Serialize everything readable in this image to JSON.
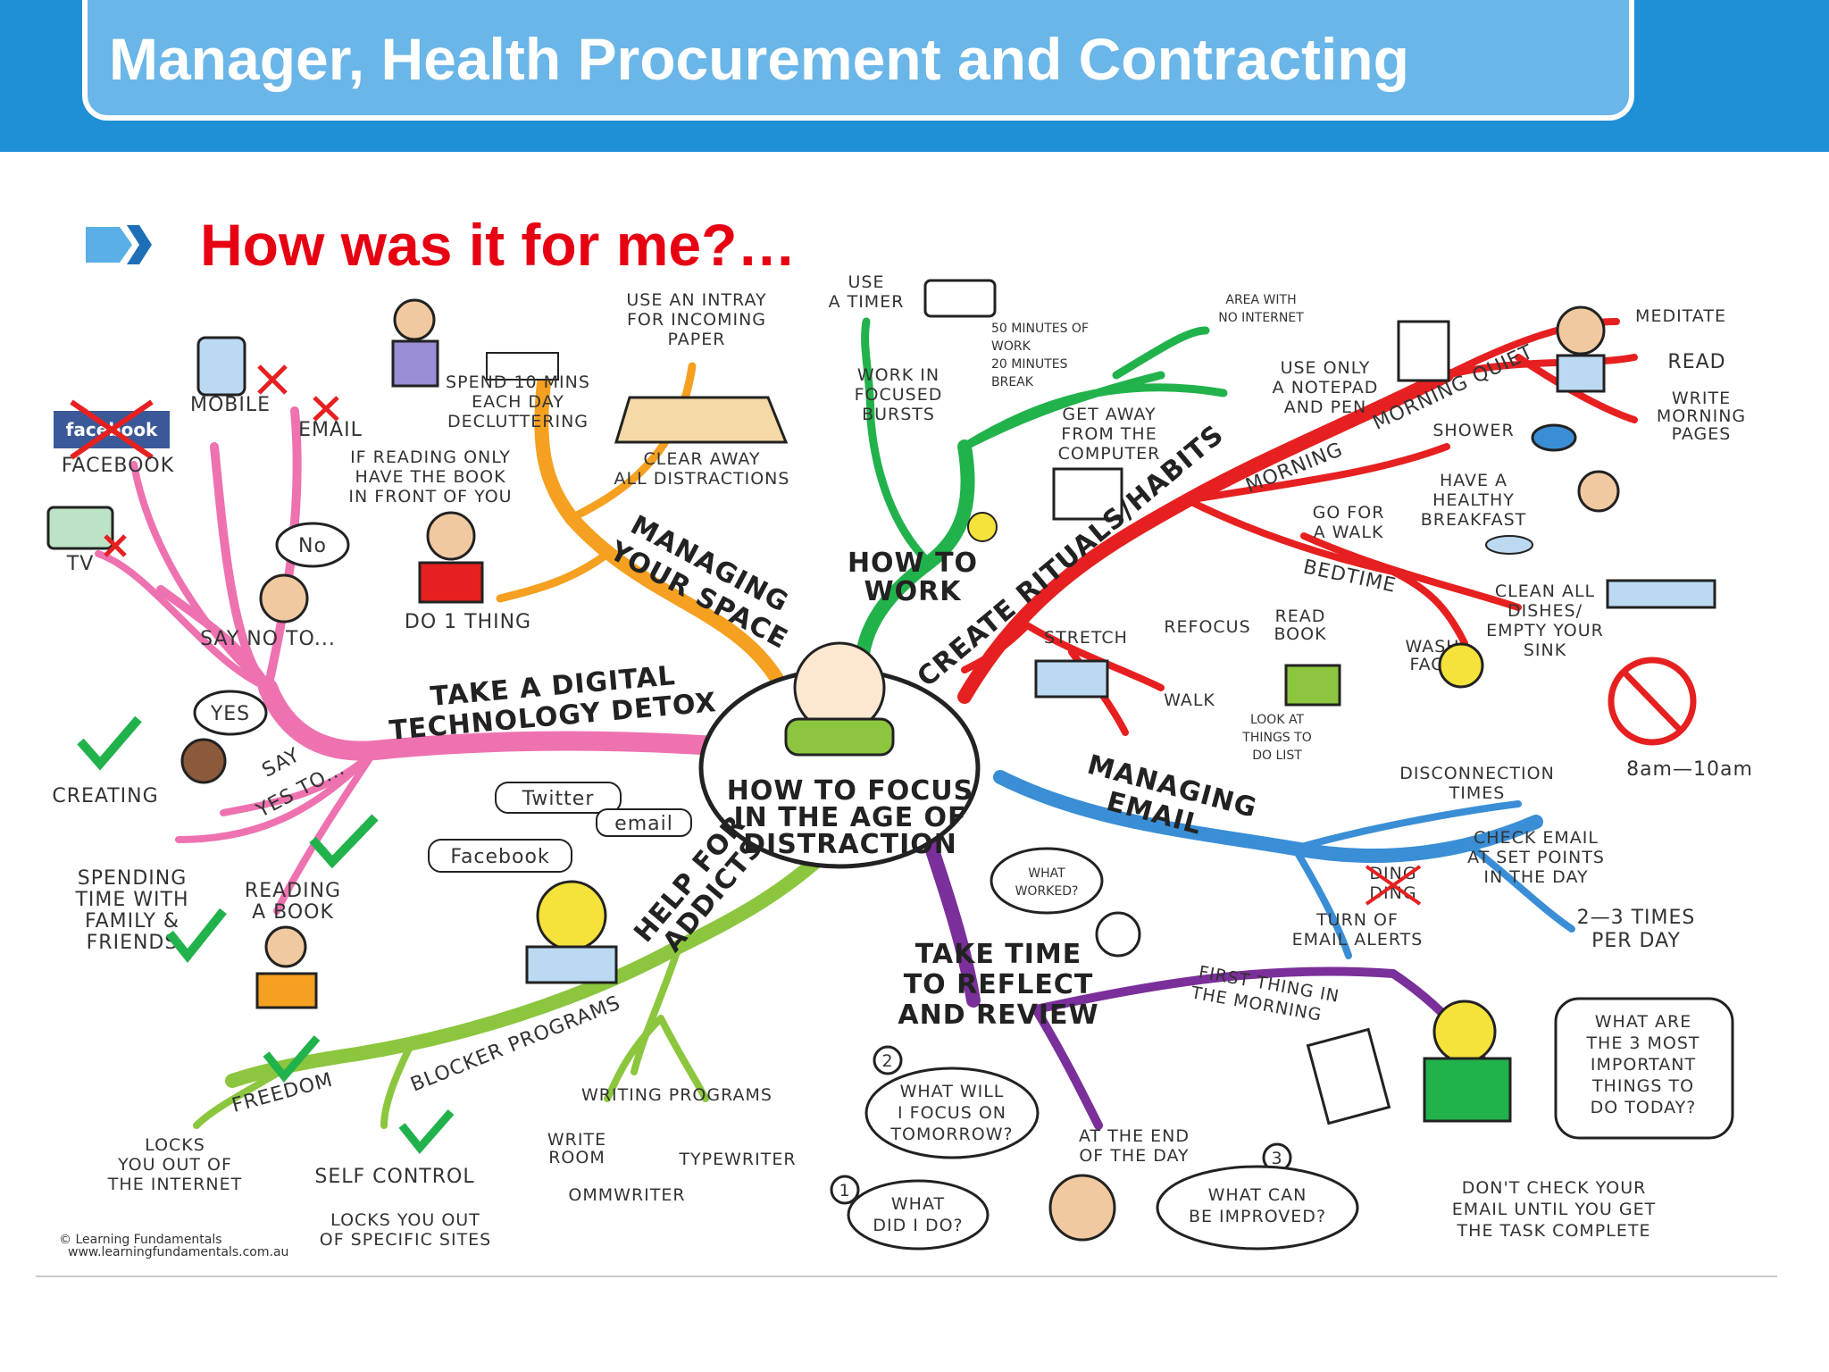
{
  "header": {
    "title": "Manager, Health Procurement and Contracting"
  },
  "slide": {
    "subtitle": "How was it for me?…"
  },
  "mindmap": {
    "center": [
      "HOW TO FOCUS",
      "IN THE AGE OF",
      "DISTRACTION"
    ],
    "branches": {
      "digital_detox": [
        "TAKE A DIGITAL",
        "TECHNOLOGY DETOX"
      ],
      "say_no": "SAY NO TO...",
      "say_no_items": {
        "facebook_logo": "facebook",
        "facebook": "FACEBOOK",
        "mobile": "MOBILE",
        "email": "EMAIL",
        "tv": "TV",
        "no_bubble": "No"
      },
      "say_yes": [
        "SAY",
        "YES TO..."
      ],
      "yes_bubble": "YES",
      "say_yes_items": {
        "creating": "CREATING",
        "spending": [
          "SPENDING",
          "TIME WITH",
          "FAMILY &",
          "FRIENDS"
        ],
        "reading": [
          "READING",
          "A BOOK"
        ]
      },
      "space": [
        "MANAGING",
        "YOUR SPACE"
      ],
      "space_items": {
        "declutter": [
          "SPEND 10 MINS",
          "EACH DAY",
          "DECLUTTERING"
        ],
        "intray": [
          "USE AN INTRAY",
          "FOR INCOMING",
          "PAPER"
        ],
        "clear": [
          "CLEAR AWAY",
          "ALL DISTRACTIONS"
        ],
        "reading_only": [
          "IF READING ONLY",
          "HAVE THE BOOK",
          "IN FRONT OF YOU"
        ],
        "one_thing": "DO 1 THING"
      },
      "work": [
        "HOW TO",
        "WORK"
      ],
      "work_items": {
        "timer": [
          "USE",
          "A TIMER"
        ],
        "bursts": [
          "WORK IN",
          "FOCUSED",
          "BURSTS"
        ],
        "fifty": [
          "50 MINUTES OF",
          "WORK",
          "20 MINUTES",
          "BREAK"
        ],
        "get_away": [
          "GET AWAY",
          "FROM THE",
          "COMPUTER"
        ],
        "area": [
          "AREA WITH",
          "NO INTERNET"
        ],
        "notepad": [
          "USE ONLY",
          "A NOTEPAD",
          "AND PEN"
        ]
      },
      "rituals": "CREATE RITUALS/HABITS",
      "rituals_items": {
        "morning": "MORNING",
        "morning_quiet": "MORNING QUIET",
        "meditate": "MEDITATE",
        "read": "READ",
        "pages": [
          "WRITE",
          "MORNING",
          "PAGES"
        ],
        "shower": "SHOWER",
        "breakfast": [
          "HAVE A",
          "HEALTHY",
          "BREAKFAST"
        ],
        "walk": [
          "GO FOR",
          "A WALK"
        ],
        "bedtime": "BEDTIME",
        "dishes": [
          "CLEAN ALL",
          "DISHES/",
          "EMPTY YOUR",
          "SINK"
        ],
        "read_book": [
          "READ",
          "BOOK"
        ],
        "wash": [
          "WASH",
          "FACE"
        ],
        "stretch": "STRETCH",
        "refocus": "REFOCUS",
        "walk2": "WALK",
        "look": [
          "LOOK AT",
          "THINGS TO",
          "DO LIST"
        ]
      },
      "email": [
        "MANAGING",
        "EMAIL"
      ],
      "email_items": {
        "disconnection": [
          "DISCONNECTION",
          "TIMES"
        ],
        "hours": "8am—10am",
        "check": [
          "CHECK EMAIL",
          "AT SET POINTS",
          "IN THE DAY"
        ],
        "ding": [
          "DING",
          "DING"
        ],
        "alerts": [
          "TURN OF",
          "EMAIL ALERTS"
        ],
        "times": [
          "2—3 TIMES",
          "PER DAY"
        ]
      },
      "addicts": [
        "HELP FOR",
        "ADDICTS"
      ],
      "addicts_items": {
        "twitter": "Twitter",
        "email_tag": "email",
        "facebook_tag": "Facebook",
        "blocker": "BLOCKER PROGRAMS",
        "freedom": "FREEDOM",
        "locks_internet": [
          "LOCKS",
          "YOU OUT OF",
          "THE INTERNET"
        ],
        "self_control": "SELF CONTROL",
        "locks_sites": [
          "LOCKS YOU OUT",
          "OF SPECIFIC SITES"
        ],
        "writing": "WRITING PROGRAMS",
        "write_room": [
          "WRITE",
          "ROOM"
        ],
        "typewriter": "TYPEWRITER",
        "ommwriter": "OMMWRITER"
      },
      "reflect": [
        "TAKE TIME",
        "TO REFLECT",
        "AND REVIEW"
      ],
      "reflect_items": {
        "worked": [
          "WHAT",
          "WORKED?"
        ],
        "first_thing": [
          "FIRST THING IN",
          "THE MORNING"
        ],
        "three_things": [
          "WHAT ARE",
          "THE 3 MOST",
          "IMPORTANT",
          "THINGS TO",
          "DO TODAY?"
        ],
        "dont_check": [
          "DON'T CHECK YOUR",
          "EMAIL UNTIL YOU GET",
          "THE TASK COMPLETE"
        ],
        "end_of_day": [
          "AT THE END",
          "OF THE DAY"
        ],
        "num1": "1",
        "num2": "2",
        "num3": "3",
        "focus_tomorrow": [
          "WHAT WILL",
          "I FOCUS ON",
          "TOMORROW?"
        ],
        "did_i_do": [
          "WHAT",
          "DID I DO?"
        ],
        "improved": [
          "WHAT CAN",
          "BE IMPROVED?"
        ]
      }
    },
    "copyright": {
      "line1": "© Learning Fundamentals",
      "line2": "www.learningfundamentals.com.au"
    }
  }
}
